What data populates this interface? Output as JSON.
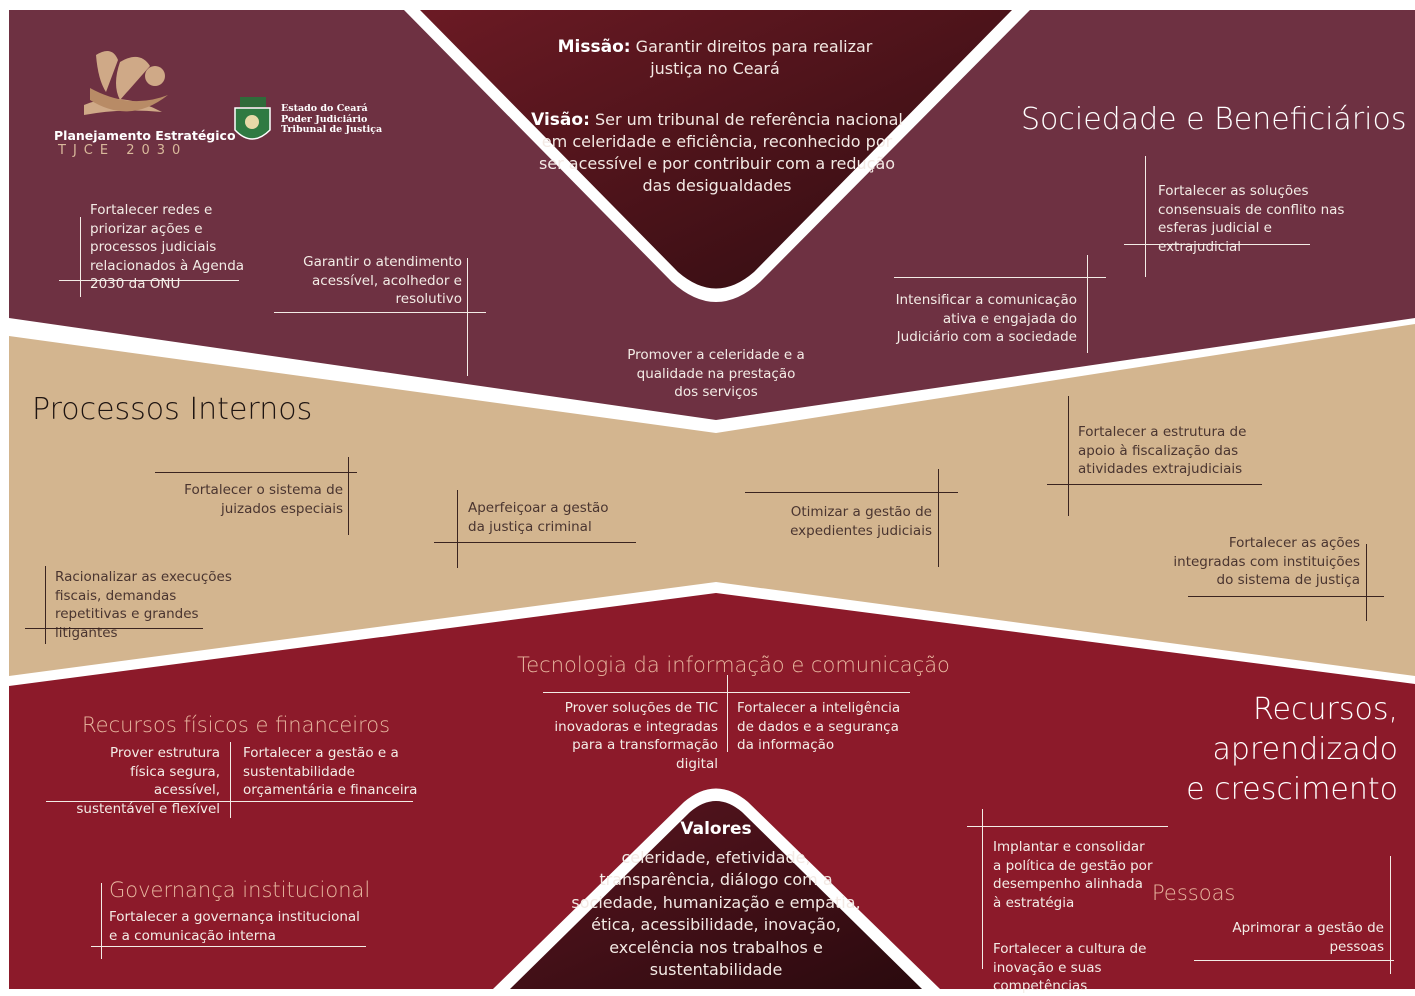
{
  "logo": {
    "title": "Planejamento Estratégico",
    "subtitle": "TJCE 2030",
    "court_lines": [
      "Estado do Ceará",
      "Poder Judiciário",
      "Tribunal de Justiça"
    ]
  },
  "mission": {
    "label": "Missão:",
    "text": "Garantir direitos para realizar justiça no Ceará"
  },
  "vision": {
    "label": "Visão:",
    "text": "Ser um tribunal de referência nacional em celeridade e eficiência, reconhecido por ser acessível e por contribuir com a redução das desigualdades"
  },
  "sociedade": {
    "title": "Sociedade e Beneficiários",
    "items": [
      "Fortalecer redes e priorizar ações e processos judiciais relacionados à Agenda 2030 da ONU",
      "Garantir o atendimento acessível, acolhedor e resolutivo",
      "Promover a celeridade e a qualidade na prestação dos serviços",
      "Intensificar a comunicação ativa e engajada do Judiciário com a sociedade",
      "Fortalecer as soluções consensuais de conflito nas esferas judicial e extrajudicial"
    ]
  },
  "processos": {
    "title": "Processos Internos",
    "items": [
      "Fortalecer o sistema de juizados especiais",
      "Racionalizar as execuções fiscais, demandas repetitivas e grandes litigantes",
      "Aperfeiçoar a gestão da justiça criminal",
      "Otimizar a gestão de expedientes judiciais",
      "Fortalecer a estrutura de apoio à fiscalização das atividades extrajudiciais",
      "Fortalecer as ações integradas com instituições do sistema de justiça"
    ]
  },
  "recursos": {
    "title": "Recursos, aprendizado\ne crescimento",
    "tic": {
      "title": "Tecnologia da informação e comunicação",
      "items": [
        "Prover soluções de TIC inovadoras e integradas para a transformação digital",
        "Fortalecer a inteligência de dados e a segurança da informação"
      ]
    },
    "fisicos": {
      "title": "Recursos físicos e financeiros",
      "items": [
        "Prover estrutura física segura, acessível, sustentável e flexível",
        "Fortalecer a gestão e a sustentabilidade orçamentária e financeira"
      ]
    },
    "governanca": {
      "title": "Governança institucional",
      "items": [
        "Fortalecer a governança institucional e a comunicação interna"
      ]
    },
    "pessoas": {
      "title": "Pessoas",
      "items": [
        "Implantar e consolidar a política de gestão por desempenho alinhada à estratégia",
        "Fortalecer a cultura de inovação e suas competências",
        "Aprimorar a gestão de pessoas"
      ]
    }
  },
  "valores": {
    "title": "Valores",
    "text": "celeridade, efetividade, transparência, diálogo com a sociedade, humanização e empatia, ética, acessibilidade, inovação, excelência nos trabalhos e sustentabilidade"
  },
  "colors": {
    "sociedade_bg": "#6e3142",
    "processos_bg": "#d3b58f",
    "recursos_bg": "#8c1a2a",
    "mission_bg": "#4a1218",
    "accent": "#e8b8a0"
  }
}
